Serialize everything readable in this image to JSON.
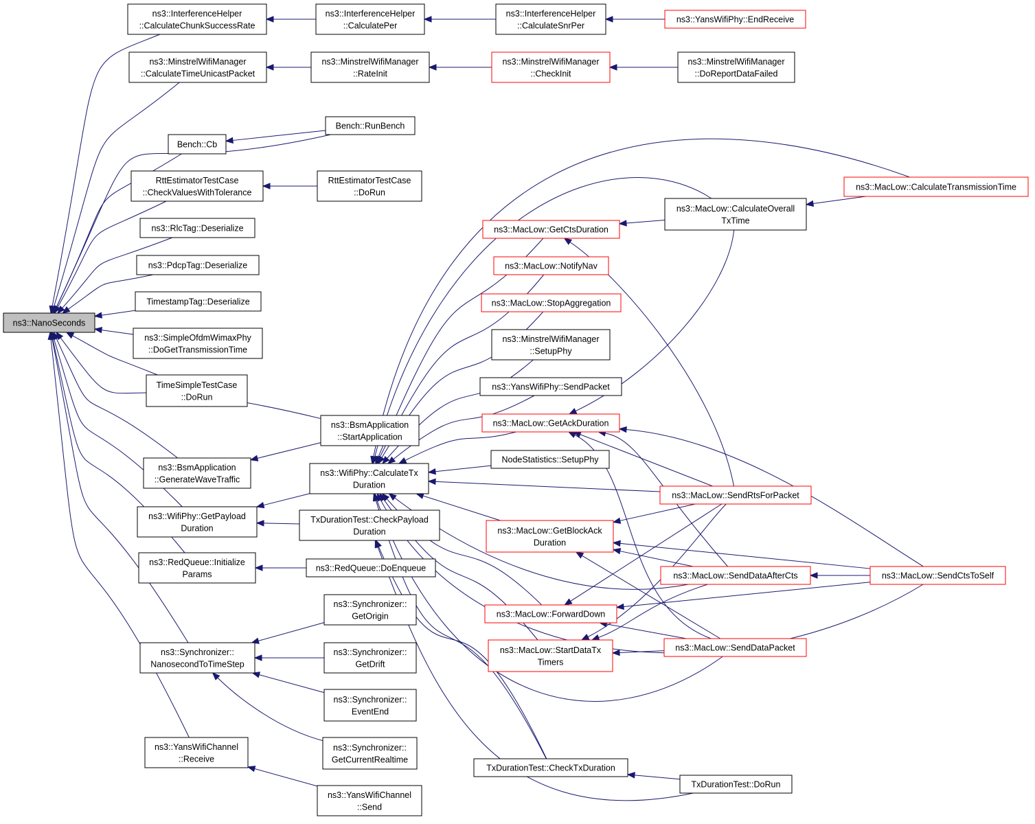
{
  "colors": {
    "edge": "#191970",
    "normal_border": "#000000",
    "truncated_border": "#ff0000",
    "root_fill": "#bfbfbf",
    "node_fill": "#ffffff"
  },
  "nodes": [
    {
      "id": "nano",
      "lines": [
        "ns3::NanoSeconds"
      ],
      "style": "root"
    },
    {
      "id": "ihccsr",
      "lines": [
        "ns3::InterferenceHelper",
        "::CalculateChunkSuccessRate"
      ],
      "style": "normal"
    },
    {
      "id": "ihcper",
      "lines": [
        "ns3::InterferenceHelper",
        "::CalculatePer"
      ],
      "style": "normal"
    },
    {
      "id": "ihcsnr",
      "lines": [
        "ns3::InterferenceHelper",
        "::CalculateSnrPer"
      ],
      "style": "normal"
    },
    {
      "id": "yansend",
      "lines": [
        "ns3::YansWifiPhy::EndReceive"
      ],
      "style": "truncated"
    },
    {
      "id": "mwctup",
      "lines": [
        "ns3::MinstrelWifiManager",
        "::CalculateTimeUnicastPacket"
      ],
      "style": "normal"
    },
    {
      "id": "mwrate",
      "lines": [
        "ns3::MinstrelWifiManager",
        "::RateInit"
      ],
      "style": "normal"
    },
    {
      "id": "mwcheck",
      "lines": [
        "ns3::MinstrelWifiManager",
        "::CheckInit"
      ],
      "style": "truncated"
    },
    {
      "id": "mwdorep",
      "lines": [
        "ns3::MinstrelWifiManager",
        "::DoReportDataFailed"
      ],
      "style": "normal"
    },
    {
      "id": "benchcb",
      "lines": [
        "Bench::Cb"
      ],
      "style": "normal"
    },
    {
      "id": "runbench",
      "lines": [
        "Bench::RunBench"
      ],
      "style": "normal"
    },
    {
      "id": "rttcheck",
      "lines": [
        "RttEstimatorTestCase",
        "::CheckValuesWithTolerance"
      ],
      "style": "normal"
    },
    {
      "id": "rttdorun",
      "lines": [
        "RttEstimatorTestCase",
        "::DoRun"
      ],
      "style": "normal"
    },
    {
      "id": "rlctag",
      "lines": [
        "ns3::RlcTag::Deserialize"
      ],
      "style": "normal"
    },
    {
      "id": "pdcptag",
      "lines": [
        "ns3::PdcpTag::Deserialize"
      ],
      "style": "normal"
    },
    {
      "id": "tstag",
      "lines": [
        "TimestampTag::Deserialize"
      ],
      "style": "normal"
    },
    {
      "id": "simpleofdm",
      "lines": [
        "ns3::SimpleOfdmWimaxPhy",
        "::DoGetTransmissionTime"
      ],
      "style": "normal"
    },
    {
      "id": "timesimple",
      "lines": [
        "TimeSimpleTestCase",
        "::DoRun"
      ],
      "style": "normal"
    },
    {
      "id": "bsmstart",
      "lines": [
        "ns3::BsmApplication",
        "::StartApplication"
      ],
      "style": "normal"
    },
    {
      "id": "bsmgen",
      "lines": [
        "ns3::BsmApplication",
        "::GenerateWaveTraffic"
      ],
      "style": "normal"
    },
    {
      "id": "wpgetpay",
      "lines": [
        "ns3::WifiPhy::GetPayload",
        "Duration"
      ],
      "style": "normal"
    },
    {
      "id": "wpcalctx",
      "lines": [
        "ns3::WifiPhy::CalculateTx",
        "Duration"
      ],
      "style": "normal"
    },
    {
      "id": "txdcheckpay",
      "lines": [
        "TxDurationTest::CheckPayload",
        "Duration"
      ],
      "style": "normal"
    },
    {
      "id": "redinit",
      "lines": [
        "ns3::RedQueue::Initialize",
        "Params"
      ],
      "style": "normal"
    },
    {
      "id": "redenq",
      "lines": [
        "ns3::RedQueue::DoEnqueue"
      ],
      "style": "normal"
    },
    {
      "id": "syncnano",
      "lines": [
        "ns3::Synchronizer::",
        "NanosecondToTimeStep"
      ],
      "style": "normal"
    },
    {
      "id": "syncorigin",
      "lines": [
        "ns3::Synchronizer::",
        "GetOrigin"
      ],
      "style": "normal"
    },
    {
      "id": "syncdrift",
      "lines": [
        "ns3::Synchronizer::",
        "GetDrift"
      ],
      "style": "normal"
    },
    {
      "id": "syncend",
      "lines": [
        "ns3::Synchronizer::",
        "EventEnd"
      ],
      "style": "normal"
    },
    {
      "id": "synccur",
      "lines": [
        "ns3::Synchronizer::",
        "GetCurrentRealtime"
      ],
      "style": "normal"
    },
    {
      "id": "yanschrecv",
      "lines": [
        "ns3::YansWifiChannel",
        "::Receive"
      ],
      "style": "normal"
    },
    {
      "id": "yanschsend",
      "lines": [
        "ns3::YansWifiChannel",
        "::Send"
      ],
      "style": "normal"
    },
    {
      "id": "mlgetcts",
      "lines": [
        "ns3::MacLow::GetCtsDuration"
      ],
      "style": "truncated"
    },
    {
      "id": "mlnotify",
      "lines": [
        "ns3::MacLow::NotifyNav"
      ],
      "style": "truncated"
    },
    {
      "id": "mlstopagg",
      "lines": [
        "ns3::MacLow::StopAggregation"
      ],
      "style": "truncated"
    },
    {
      "id": "mwsetup",
      "lines": [
        "ns3::MinstrelWifiManager",
        "::SetupPhy"
      ],
      "style": "normal"
    },
    {
      "id": "ywsendpkt",
      "lines": [
        "ns3::YansWifiPhy::SendPacket"
      ],
      "style": "normal"
    },
    {
      "id": "mlgetack",
      "lines": [
        "ns3::MacLow::GetAckDuration"
      ],
      "style": "truncated"
    },
    {
      "id": "nodestat",
      "lines": [
        "NodeStatistics::SetupPhy"
      ],
      "style": "normal"
    },
    {
      "id": "mlgetblock",
      "lines": [
        "ns3::MacLow::GetBlockAck",
        "Duration"
      ],
      "style": "truncated"
    },
    {
      "id": "mlfwd",
      "lines": [
        "ns3::MacLow::ForwardDown"
      ],
      "style": "truncated"
    },
    {
      "id": "mlstartdata",
      "lines": [
        "ns3::MacLow::StartDataTx",
        "Timers"
      ],
      "style": "truncated"
    },
    {
      "id": "txdchecktx",
      "lines": [
        "TxDurationTest::CheckTxDuration"
      ],
      "style": "normal"
    },
    {
      "id": "txddorun",
      "lines": [
        "TxDurationTest::DoRun"
      ],
      "style": "normal"
    },
    {
      "id": "mlcalcoverall",
      "lines": [
        "ns3::MacLow::CalculateOverall",
        "TxTime"
      ],
      "style": "normal"
    },
    {
      "id": "mlcalctrans",
      "lines": [
        "ns3::MacLow::CalculateTransmissionTime"
      ],
      "style": "truncated"
    },
    {
      "id": "mlsendrts",
      "lines": [
        "ns3::MacLow::SendRtsForPacket"
      ],
      "style": "truncated"
    },
    {
      "id": "mlsenddac",
      "lines": [
        "ns3::MacLow::SendDataAfterCts"
      ],
      "style": "truncated"
    },
    {
      "id": "mlsendcts",
      "lines": [
        "ns3::MacLow::SendCtsToSelf"
      ],
      "style": "truncated"
    },
    {
      "id": "mlsenddata",
      "lines": [
        "ns3::MacLow::SendDataPacket"
      ],
      "style": "truncated"
    }
  ]
}
